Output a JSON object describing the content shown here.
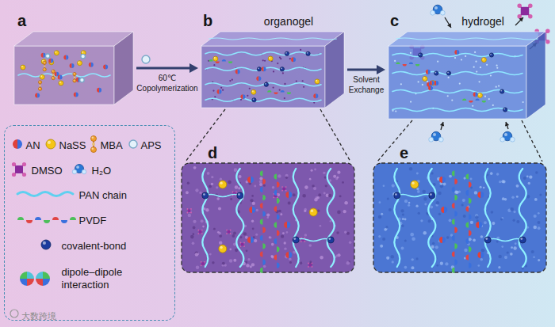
{
  "diagram": {
    "nodes": [
      {
        "text": [
          "a"
        ]
      },
      {
        "text": [
          "b",
          "organogel"
        ]
      },
      {
        "text": [
          "c",
          "hydrogel"
        ]
      },
      {
        "text": [
          "d"
        ]
      },
      {
        "text": [
          "e"
        ]
      }
    ],
    "edges": [
      {
        "from": 0,
        "to": 1,
        "arrow": "to",
        "label": "60℃ Copolymerization"
      },
      {
        "from": 1,
        "to": 2,
        "arrow": "to",
        "label": "Solvent Exchange"
      },
      {
        "from": 1,
        "to": 3,
        "arrow": "none"
      },
      {
        "from": 2,
        "to": 4,
        "arrow": "none"
      }
    ],
    "labels": [
      "大数跨境"
    ],
    "legend": [
      {
        "text": "AN"
      },
      {
        "text": "NaSS"
      },
      {
        "text": "MBA"
      },
      {
        "text": "APS"
      },
      {
        "text": "DMSO"
      },
      {
        "text": "H₂O"
      },
      {
        "text": "PAN chain"
      },
      {
        "text": "PVDF"
      },
      {
        "text": "covalent-bond"
      },
      {
        "text": "dipole–dipole interaction"
      }
    ]
  }
}
